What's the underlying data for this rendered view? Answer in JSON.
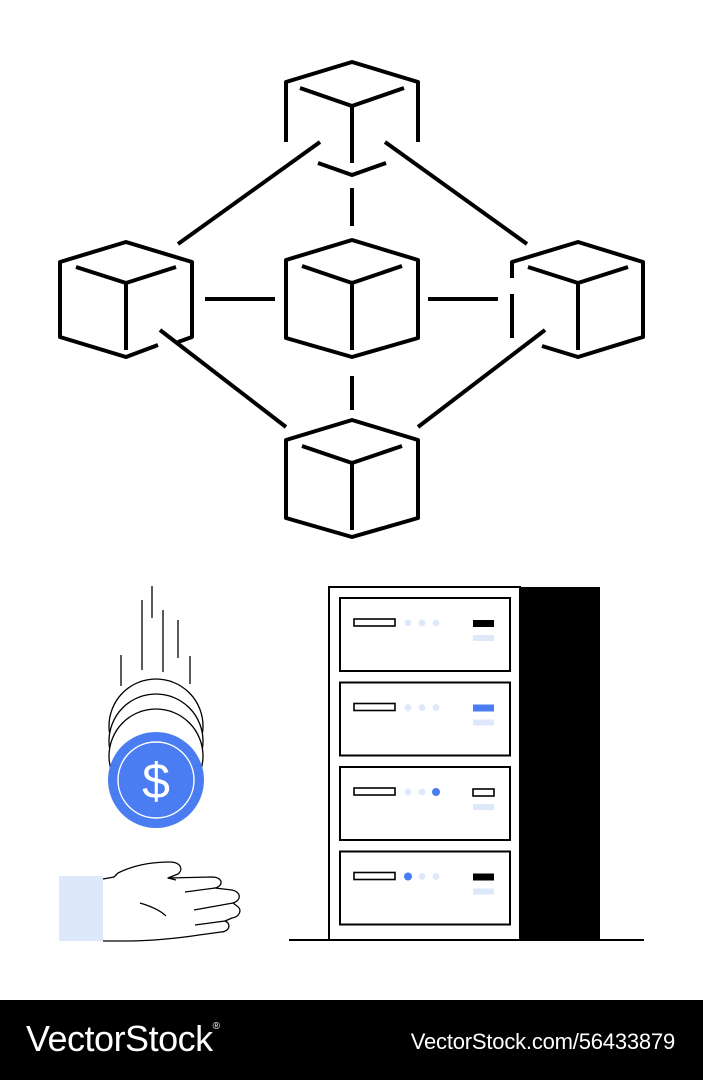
{
  "colors": {
    "background": "#ffffff",
    "ink": "#000000",
    "accent_blue": "#4a7df2",
    "light_blue": "#dde8fb",
    "footer_bg": "#000000",
    "footer_text": "#ffffff"
  },
  "blockchain": {
    "nodes": [
      "top-block",
      "left-block",
      "center-block",
      "right-block",
      "bottom-block"
    ]
  },
  "coin": {
    "symbol": "$",
    "icon": "dollar-coin-icon"
  },
  "server_rack": {
    "units": [
      {
        "led_index": -1,
        "status_color": "black"
      },
      {
        "led_index": -1,
        "status_color": "blue"
      },
      {
        "led_index": 2,
        "status_color": "outline"
      },
      {
        "led_index": 0,
        "status_color": "black"
      }
    ]
  },
  "watermark": {
    "brand": "VectorStock",
    "registered_mark": "®",
    "image_id": "VectorStock.com/56433879"
  }
}
